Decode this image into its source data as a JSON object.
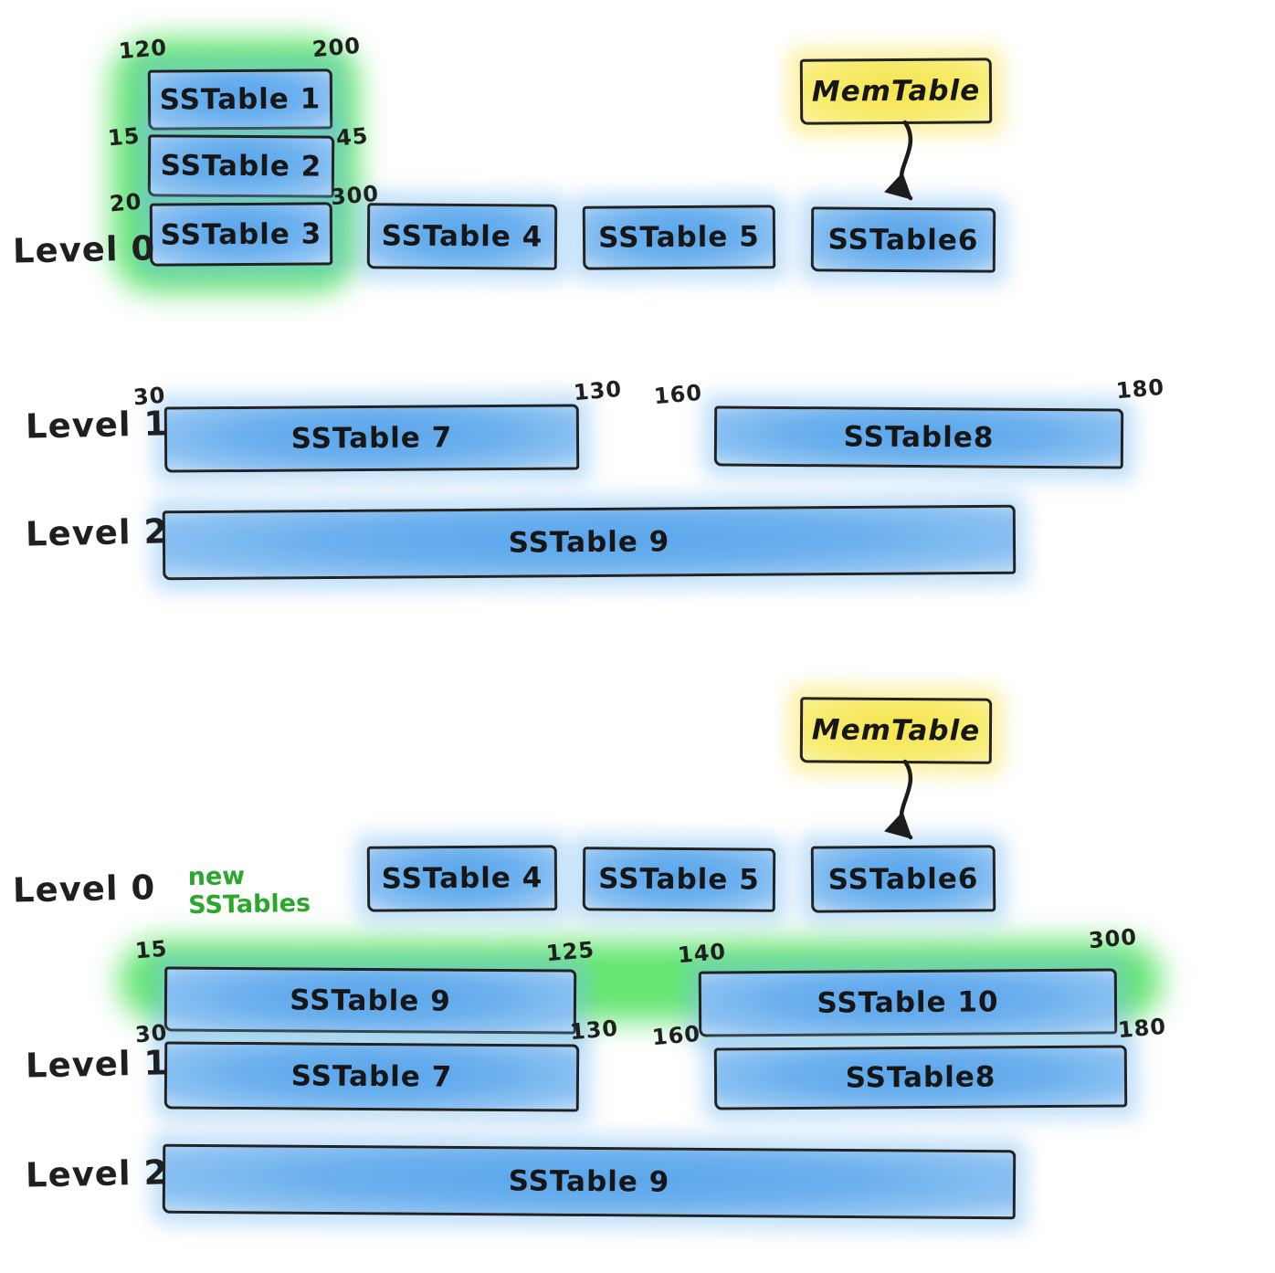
{
  "colors": {
    "box_blue": "#6cb0ee",
    "memtable_yellow": "#f6e44e",
    "highlight_green": "#66e673",
    "annotation_green": "#2ba72b",
    "ink": "#1f1f1f"
  },
  "before": {
    "memtable": "MemTable",
    "level0_label": "Level 0",
    "group": [
      {
        "name": "SSTable 1",
        "min": "120",
        "max": "200"
      },
      {
        "name": "SSTable 2",
        "min": "15",
        "max": "45"
      },
      {
        "name": "SSTable 3",
        "min": "20",
        "max": "300"
      }
    ],
    "l0_tables": [
      "SSTable 4",
      "SSTable 5",
      "SSTable6"
    ],
    "level1_label": "Level 1",
    "l1_tables": [
      {
        "name": "SSTable 7",
        "min": "30",
        "max": "130"
      },
      {
        "name": "SSTable8",
        "min": "160",
        "max": "180"
      }
    ],
    "level2_label": "Level 2",
    "l2_table": "SSTable 9"
  },
  "after": {
    "memtable": "MemTable",
    "level0_label": "Level 0",
    "annotation_line1": "new",
    "annotation_line2": "SSTables",
    "l0_tables": [
      "SSTable 4",
      "SSTable 5",
      "SSTable6"
    ],
    "new_tables": [
      {
        "name": "SSTable 9",
        "min": "15",
        "max": "125"
      },
      {
        "name": "SSTable 10",
        "min": "140",
        "max": "300"
      }
    ],
    "level1_label": "Level 1",
    "l1_tables": [
      {
        "name": "SSTable 7",
        "min": "30",
        "max": "130"
      },
      {
        "name": "SSTable8",
        "min": "160",
        "max": "180"
      }
    ],
    "level2_label": "Level 2",
    "l2_table": "SSTable 9"
  }
}
